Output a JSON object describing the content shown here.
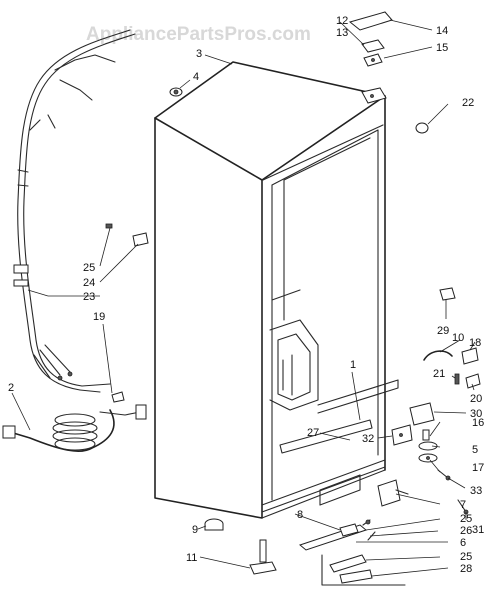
{
  "watermark": "AppliancePartsPros.com",
  "callouts": {
    "c1": "1",
    "c2": "2",
    "c3": "3",
    "c4": "4",
    "c5": "5",
    "c6": "6",
    "c7": "7",
    "c8": "8",
    "c9": "9",
    "c10": "10",
    "c11": "11",
    "c12": "12",
    "c13": "13",
    "c14": "14",
    "c15": "15",
    "c16": "16",
    "c17": "17",
    "c18": "18",
    "c19": "19",
    "c20": "20",
    "c21": "21",
    "c22": "22",
    "c23": "23",
    "c24": "24",
    "c25a": "25",
    "c25b": "25",
    "c25c": "25",
    "c26": "26",
    "c27": "27",
    "c28": "28",
    "c29": "29",
    "c30": "30",
    "c31": "31",
    "c32": "32",
    "c33": "33"
  }
}
